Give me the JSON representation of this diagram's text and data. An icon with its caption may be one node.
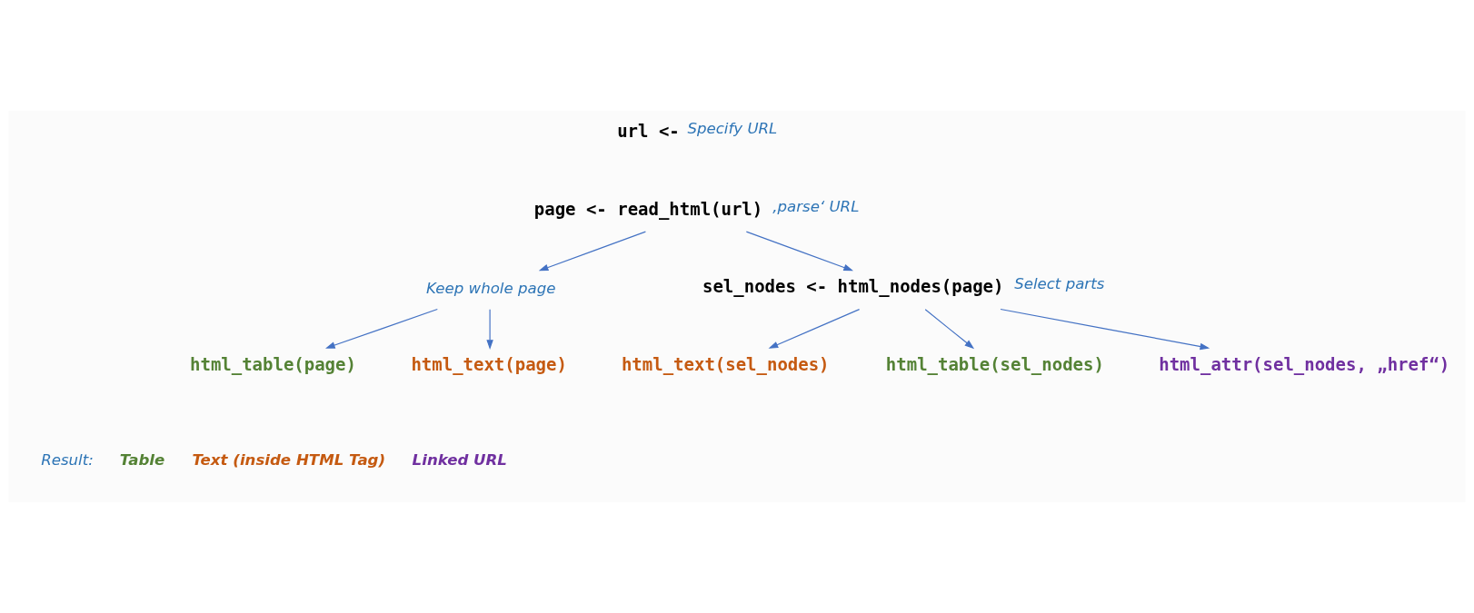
{
  "diagram": {
    "nodes": [
      {
        "text": [
          "url <-"
        ],
        "beside": [
          "Specify URL"
        ]
      },
      {
        "text": [
          "page <- read_html(url)"
        ],
        "beside": [
          ",parse‘ URL"
        ]
      },
      {
        "text": [
          "Keep whole page"
        ]
      },
      {
        "text": [
          "html_table(page)"
        ]
      },
      {
        "text": [
          "html_text(page)"
        ]
      },
      {
        "text": [
          "sel_nodes <- html_nodes(page)"
        ],
        "beside": [
          "Select parts"
        ]
      },
      {
        "text": [
          "html_text(sel_nodes)"
        ]
      },
      {
        "text": [
          "html_table(sel_nodes)"
        ]
      },
      {
        "text": [
          "html_attr(sel_nodes, „href“)"
        ]
      }
    ],
    "edges": [
      {
        "from": 1,
        "to": 2,
        "arrow": "to"
      },
      {
        "from": 2,
        "to": 3,
        "arrow": "to"
      },
      {
        "from": 2,
        "to": 4,
        "arrow": "to"
      },
      {
        "from": 1,
        "to": 5,
        "arrow": "to"
      },
      {
        "from": 5,
        "to": 6,
        "arrow": "to"
      },
      {
        "from": 5,
        "to": 8,
        "arrow": "to"
      },
      {
        "from": 5,
        "to": 7,
        "arrow": "to"
      }
    ],
    "labels": [
      "Result:"
    ],
    "legend": [
      {
        "text": "Table",
        "color": "#548235"
      },
      {
        "text": "Text (inside HTML Tag)",
        "color": "#c55a11"
      },
      {
        "text": "Linked URL",
        "color": "#7030a0"
      }
    ]
  }
}
